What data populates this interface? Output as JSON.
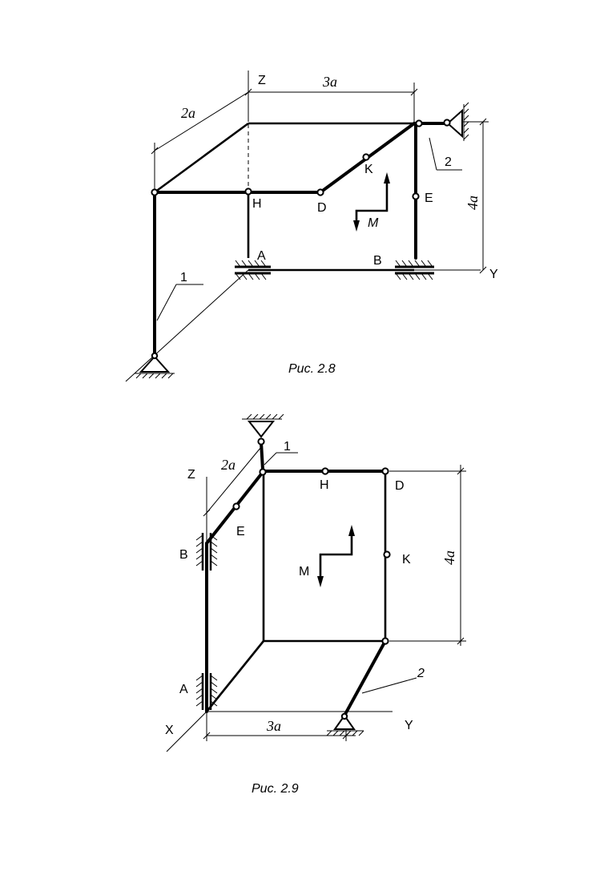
{
  "figures": [
    {
      "caption": "Рис. 2.8",
      "labels": {
        "dim_x": "2a",
        "dim_y": "3a",
        "dim_z": "4a",
        "axis_z": "Z",
        "axis_y": "Y",
        "A": "A",
        "B": "B",
        "H": "H",
        "D": "D",
        "K": "K",
        "E": "E",
        "M": "M",
        "rod1": "1",
        "rod2": "2"
      }
    },
    {
      "caption": "Рис. 2.9",
      "labels": {
        "dim_x": "2a",
        "dim_y": "3a",
        "dim_z": "4a",
        "axis_z": "Z",
        "axis_x": "X",
        "axis_y": "Y",
        "A": "A",
        "B": "B",
        "H": "H",
        "D": "D",
        "K": "K",
        "E": "E",
        "M": "M",
        "rod1": "1",
        "rod2": "2"
      }
    }
  ]
}
